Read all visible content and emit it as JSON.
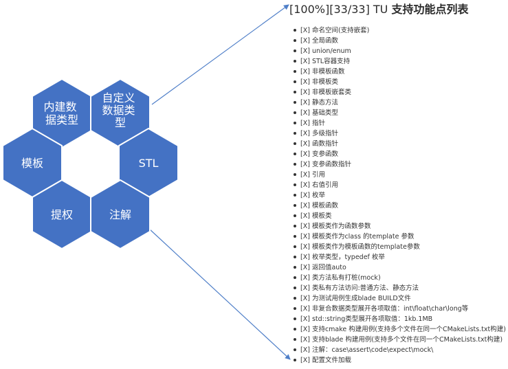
{
  "title": {
    "prefix": "[100%][33/33] TU ",
    "bold": "支持功能点列表"
  },
  "colors": {
    "hex_fill": "#4472c4",
    "hex_stroke": "#ffffff",
    "connector": "#4f7fc8"
  },
  "hexagons": [
    {
      "id": "builtin",
      "lines": [
        "内建数",
        "据类型"
      ]
    },
    {
      "id": "custom",
      "lines": [
        "自定义",
        "数据类",
        "型"
      ]
    },
    {
      "id": "template",
      "lines": [
        "模板"
      ]
    },
    {
      "id": "stl",
      "lines": [
        "STL"
      ]
    },
    {
      "id": "mock",
      "lines": [
        "提权"
      ]
    },
    {
      "id": "annotation",
      "lines": [
        "注解"
      ]
    }
  ],
  "features": [
    "[X] 命名空间(支持嵌套)",
    "[X] 全局函数",
    "[X] union/enum",
    "[X] STL容器支持",
    "[X] 非模板函数",
    "[X] 非模板类",
    "[X] 非模板嵌套类",
    "[X] 静态方法",
    "[X] 基础类型",
    "[X] 指针",
    "[X] 多级指针",
    "[X] 函数指针",
    "[X] 变参函数",
    "[X] 变参函数指针",
    "[X] 引用",
    "[X] 右值引用",
    "[X] 枚举",
    "[X] 模板函数",
    "[X] 模板类",
    "[X] 模板类作为函数参数",
    "[X] 模板类作为class 的template 参数",
    "[X] 模板类作为模板函数的template参数",
    "[X] 枚举类型，typedef 枚举",
    "[X] 返回值auto",
    "[X] 类方法私有打桩(mock)",
    "[X] 类私有方法访问:普通方法、静态方法",
    "[X] 为测试用例生成blade BUILD文件",
    "[X] 非复合数据类型展开各项取值：int\\float\\char\\long等",
    "[X] std::string类型展开各项取值：1kb.1MB",
    "[X] 支持cmake 构建用例(支持多个文件在同一个CMakeLists.txt构建)",
    "[X] 支持blade 构建用例(支持多个文件在同一个CMakeLists.txt构建)",
    "[X] 注解：case\\assert\\code\\expect\\mock\\",
    "[X] 配置文件加载"
  ]
}
